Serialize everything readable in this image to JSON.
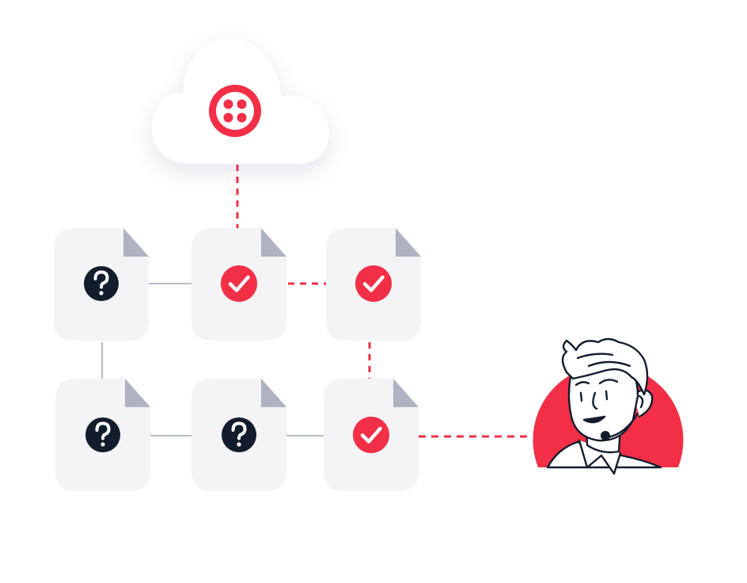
{
  "colors": {
    "background": "#ffffff",
    "accent": "#f22f46",
    "document": "#f4f4f6",
    "document_fold": "#aeb2c1",
    "question_badge": "#121c2d",
    "plain_connector": "#b8bcc9",
    "ink": "#121c2d"
  },
  "cloud": {
    "icon": "twilio-logo-icon"
  },
  "documents": [
    {
      "id": "doc-row1-col1",
      "status": "unknown",
      "icon": "question-icon"
    },
    {
      "id": "doc-row1-col2",
      "status": "verified",
      "icon": "checkmark-icon"
    },
    {
      "id": "doc-row1-col3",
      "status": "verified",
      "icon": "checkmark-icon"
    },
    {
      "id": "doc-row2-col1",
      "status": "unknown",
      "icon": "question-icon"
    },
    {
      "id": "doc-row2-col2",
      "status": "unknown",
      "icon": "question-icon"
    },
    {
      "id": "doc-row2-col3",
      "status": "verified",
      "icon": "checkmark-icon"
    }
  ],
  "connectors": [
    {
      "from": "cloud",
      "to": "doc-row1-col2",
      "style": "dashed-accent"
    },
    {
      "from": "doc-row1-col1",
      "to": "doc-row1-col2",
      "style": "solid-gray"
    },
    {
      "from": "doc-row1-col2",
      "to": "doc-row1-col3",
      "style": "dashed-accent"
    },
    {
      "from": "doc-row1-col1",
      "to": "doc-row2-col1",
      "style": "solid-gray"
    },
    {
      "from": "doc-row1-col3",
      "to": "doc-row2-col3",
      "style": "dashed-accent"
    },
    {
      "from": "doc-row2-col1",
      "to": "doc-row2-col2",
      "style": "solid-gray"
    },
    {
      "from": "doc-row2-col2",
      "to": "doc-row2-col3",
      "style": "solid-gray"
    },
    {
      "from": "doc-row2-col3",
      "to": "support-agent",
      "style": "dashed-accent"
    }
  ],
  "agent": {
    "icon": "support-agent-with-headset-icon"
  }
}
